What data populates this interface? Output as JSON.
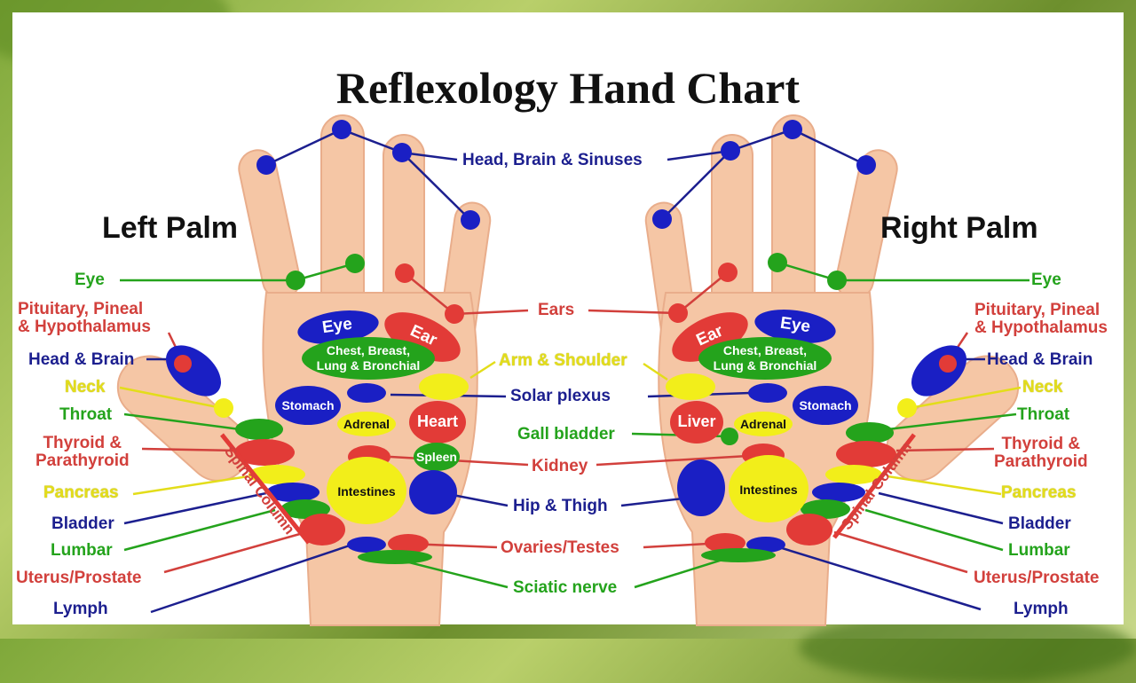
{
  "title": "Reflexology Hand Chart",
  "left_palm": {
    "title": "Left Palm"
  },
  "right_palm": {
    "title": "Right Palm"
  },
  "labels": {
    "head_brain_sinuses": "Head, Brain & Sinuses",
    "ears": "Ears",
    "arm_shoulder": "Arm & Shoulder",
    "solar_plexus": "Solar plexus",
    "gall_bladder": "Gall bladder",
    "kidney": "Kidney",
    "hip_thigh": "Hip & Thigh",
    "ovaries_testes": "Ovaries/Testes",
    "sciatic_nerve": "Sciatic nerve",
    "eye": "Eye",
    "pituitary": "Pituitary, Pineal\n& Hypothalamus",
    "head_brain": "Head & Brain",
    "neck": "Neck",
    "throat": "Throat",
    "thyroid": "Thyroid &\nParathyroid",
    "pancreas": "Pancreas",
    "bladder": "Bladder",
    "lumbar": "Lumbar",
    "uterus_prostate": "Uterus/Prostate",
    "lymph": "Lymph"
  },
  "zones": {
    "eye": "Eye",
    "ear": "Ear",
    "chest": "Chest, Breast,\nLung & Bronchial",
    "stomach": "Stomach",
    "adrenal": "Adrenal",
    "heart": "Heart",
    "liver": "Liver",
    "spleen": "Spleen",
    "intestines": "Intestines",
    "spinal_column": "Spinal Column"
  },
  "colors": {
    "blue": "#1a1fc4",
    "green": "#24a31c",
    "red": "#e23b37",
    "yellow": "#f2ee1a",
    "skin": "#f5c6a5"
  }
}
